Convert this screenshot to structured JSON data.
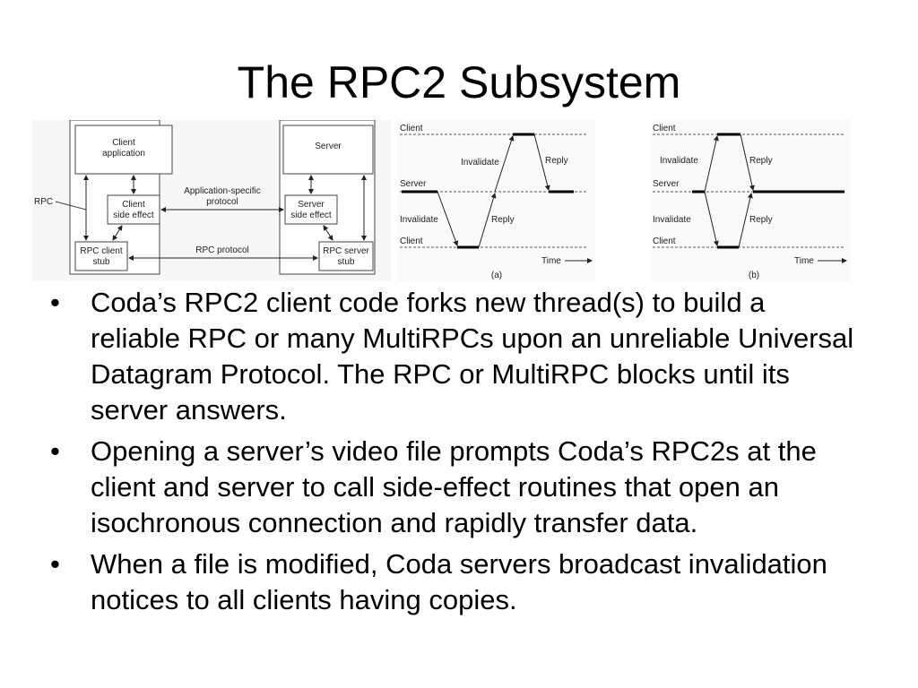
{
  "slide": {
    "title": "The RPC2 Subsystem"
  },
  "figure": {
    "left": {
      "client_application": [
        "Client",
        "application"
      ],
      "client_side_effect": [
        "Client",
        "side effect"
      ],
      "rpc_client_stub": [
        "RPC client",
        "stub"
      ],
      "server": "Server",
      "server_side_effect": [
        "Server",
        "side effect"
      ],
      "rpc_server_stub": [
        "RPC server",
        "stub"
      ],
      "rpc_label": "RPC",
      "app_protocol": [
        "Application-specific",
        "protocol"
      ],
      "rpc_protocol": "RPC protocol"
    },
    "timing_a": {
      "client": "Client",
      "server": "Server",
      "invalidate_top": "Invalidate",
      "reply_top": "Reply",
      "invalidate_bottom": "Invalidate",
      "reply_bottom": "Reply",
      "client_bottom": "Client",
      "time": "Time",
      "caption": "(a)"
    },
    "timing_b": {
      "client": "Client",
      "server": "Server",
      "invalidate_top": "Invalidate",
      "reply_top": "Reply",
      "invalidate_bottom": "Invalidate",
      "reply_bottom": "Reply",
      "client_bottom": "Client",
      "time": "Time",
      "caption": "(b)"
    }
  },
  "bullets": [
    {
      "marker": "•",
      "text": "Coda’s RPC2 client code forks new thread(s) to build a reliable RPC or many MultiRPCs upon an unreliable Universal Datagram Protocol. The RPC or MultiRPC blocks until its server answers."
    },
    {
      "marker": "•",
      "text": "Opening a server’s video file prompts Coda’s RPC2s at the client and server to call side-effect routines that open an isochronous connection and rapidly transfer data."
    },
    {
      "marker": "•",
      "text": "When a file is modified, Coda servers broadcast invalidation notices to all clients having copies."
    }
  ]
}
